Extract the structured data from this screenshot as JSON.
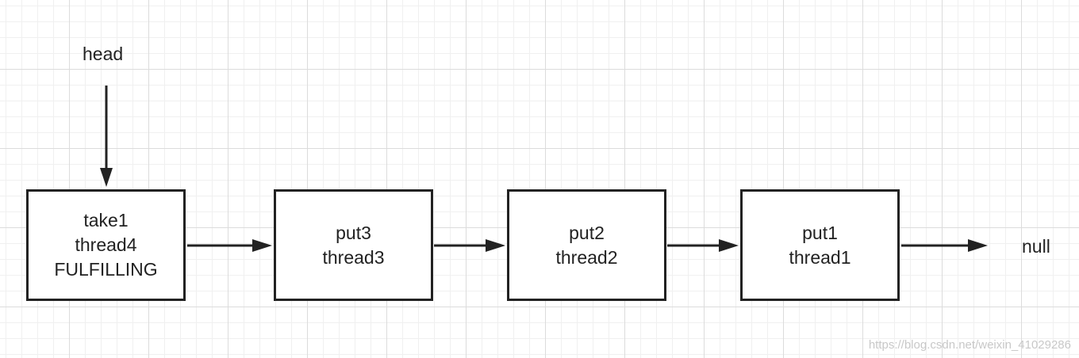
{
  "head_label": "head",
  "null_label": "null",
  "nodes": [
    {
      "lines": [
        "take1",
        "thread4",
        "FULFILLING"
      ]
    },
    {
      "lines": [
        "put3",
        "thread3"
      ]
    },
    {
      "lines": [
        "put2",
        "thread2"
      ]
    },
    {
      "lines": [
        "put1",
        "thread1"
      ]
    }
  ],
  "watermark": "https://blog.csdn.net/weixin_41029286",
  "colors": {
    "stroke": "#222222",
    "grid": "#dcdcdc",
    "background": "#ffffff"
  }
}
